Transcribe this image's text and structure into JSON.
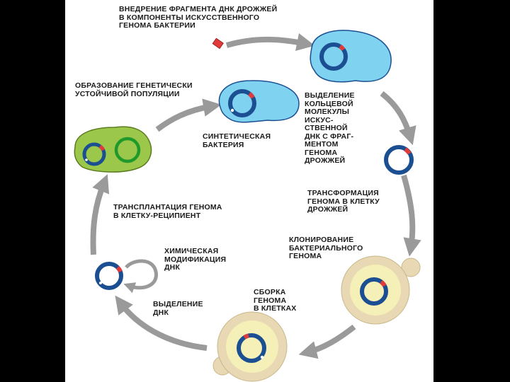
{
  "labels": {
    "insert_fragment": "ВНЕДРЕНИЕ ФРАГМЕНТА ДНК ДРОЖЖЕЙ\nВ КОМПОНЕНТЫ ИСКУССТВЕННОГО\nГЕНОМА БАКТЕРИИ",
    "stable_population": "ОБРАЗОВАНИЕ ГЕНЕТИЧЕСКИ\nУСТОЙЧИВОЙ ПОПУЛЯЦИИ",
    "isolation_circular": "ВЫДЕЛЕНИЕ\nКОЛЬЦЕВОЙ\nМОЛЕКУЛЫ\nИСКУС-\nСТВЕННОЙ\nДНК С ФРАГ-\nМЕНТОМ\nГЕНОМА\nДРОЖЖЕЙ",
    "synthetic_bacterium": "СИНТЕТИЧЕСКАЯ\nБАКТЕРИЯ",
    "transformation": "ТРАНСФОРМАЦИЯ\nГЕНОМА В КЛЕТКУ\nДРОЖЖЕЙ",
    "transplantation": "ТРАНСПЛАНТАЦИЯ ГЕНОМА\nВ КЛЕТКУ-РЕЦИПИЕНТ",
    "cloning": "КЛОНИРОВАНИЕ\nБАКТЕРИАЛЬНОГО\nГЕНОМА",
    "chemical_modification": "ХИМИЧЕСКАЯ\nМОДИФИКАЦИЯ\nДНК",
    "assembly": "СБОРКА\nГЕНОМА\nВ КЛЕТКАХ",
    "dna_isolation": "ВЫДЕЛЕНИЕ\nДНК"
  },
  "colors": {
    "bacterium_fill": "#7fd2f0",
    "recipient_fill": "#9bc74b",
    "yeast_outer": "#e8d8b4",
    "yeast_inner": "#f5f0b8",
    "dna_ring": "#1b4f91",
    "insert_fragment": "#e03a3a",
    "arrow": "#9a9a9a",
    "dark_ring": "#1f7a2a"
  }
}
